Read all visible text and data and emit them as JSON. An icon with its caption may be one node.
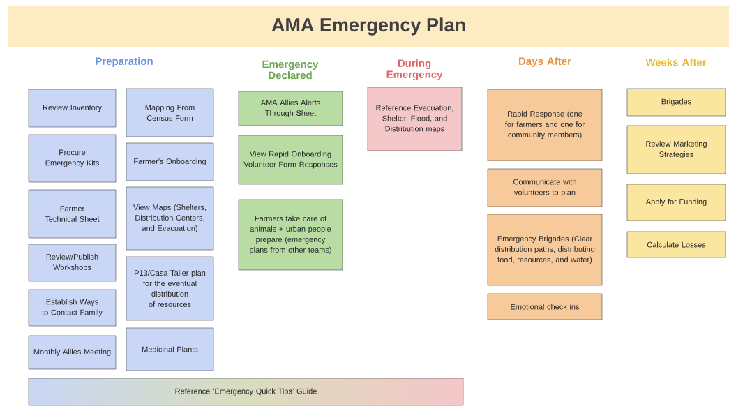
{
  "diagram": {
    "title": "AMA Emergency Plan",
    "nodes": [
      {
        "text": [
          "Review Inventory"
        ]
      },
      {
        "text": [
          "Procure Emergency Kits"
        ]
      },
      {
        "text": [
          "Farmer Technical Sheet"
        ]
      },
      {
        "text": [
          "Review/Publish Workshops"
        ]
      },
      {
        "text": [
          "Establish Ways to Contact Family"
        ]
      },
      {
        "text": [
          "Monthly Allies Meeting"
        ]
      },
      {
        "text": [
          "Mapping From Census Form"
        ]
      },
      {
        "text": [
          "Farmer's Onboarding"
        ]
      },
      {
        "text": [
          "View Maps (Shelters, Distribution Centers, and Evacuation)"
        ]
      },
      {
        "text": [
          "P13/Casa Taller plan for the eventual distribution of resources"
        ]
      },
      {
        "text": [
          "Medicinal Plants"
        ]
      },
      {
        "text": [
          "AMA Allies Alerts Through Sheet"
        ]
      },
      {
        "text": [
          "View Rapid Onboarding Volunteer Form Responses"
        ]
      },
      {
        "text": [
          "Farmers take care of animals + urban people prepare (emergency plans from other teams)"
        ]
      },
      {
        "text": [
          "Reference Evacuation, Shelter, Flood, and Distribution maps"
        ]
      },
      {
        "text": [
          "Rapid Response (one for farmers and one for community members)"
        ]
      },
      {
        "text": [
          "Communicate with volunteers to plan"
        ]
      },
      {
        "text": [
          "Emergency Brigades (Clear distribution paths, distributing food, resources, and water)"
        ]
      },
      {
        "text": [
          "Emotional check ins"
        ]
      },
      {
        "text": [
          "Brigades"
        ]
      },
      {
        "text": [
          "Review Marketing Strategies"
        ]
      },
      {
        "text": [
          "Apply for Funding"
        ]
      },
      {
        "text": [
          "Calculate Losses"
        ]
      },
      {
        "text": [
          "Reference ‘Emergency Quick Tips’ Guide"
        ]
      }
    ],
    "labels": [
      "Preparation",
      "Emergency Declared",
      "During Emergency",
      "Days After",
      "Weeks After"
    ]
  }
}
